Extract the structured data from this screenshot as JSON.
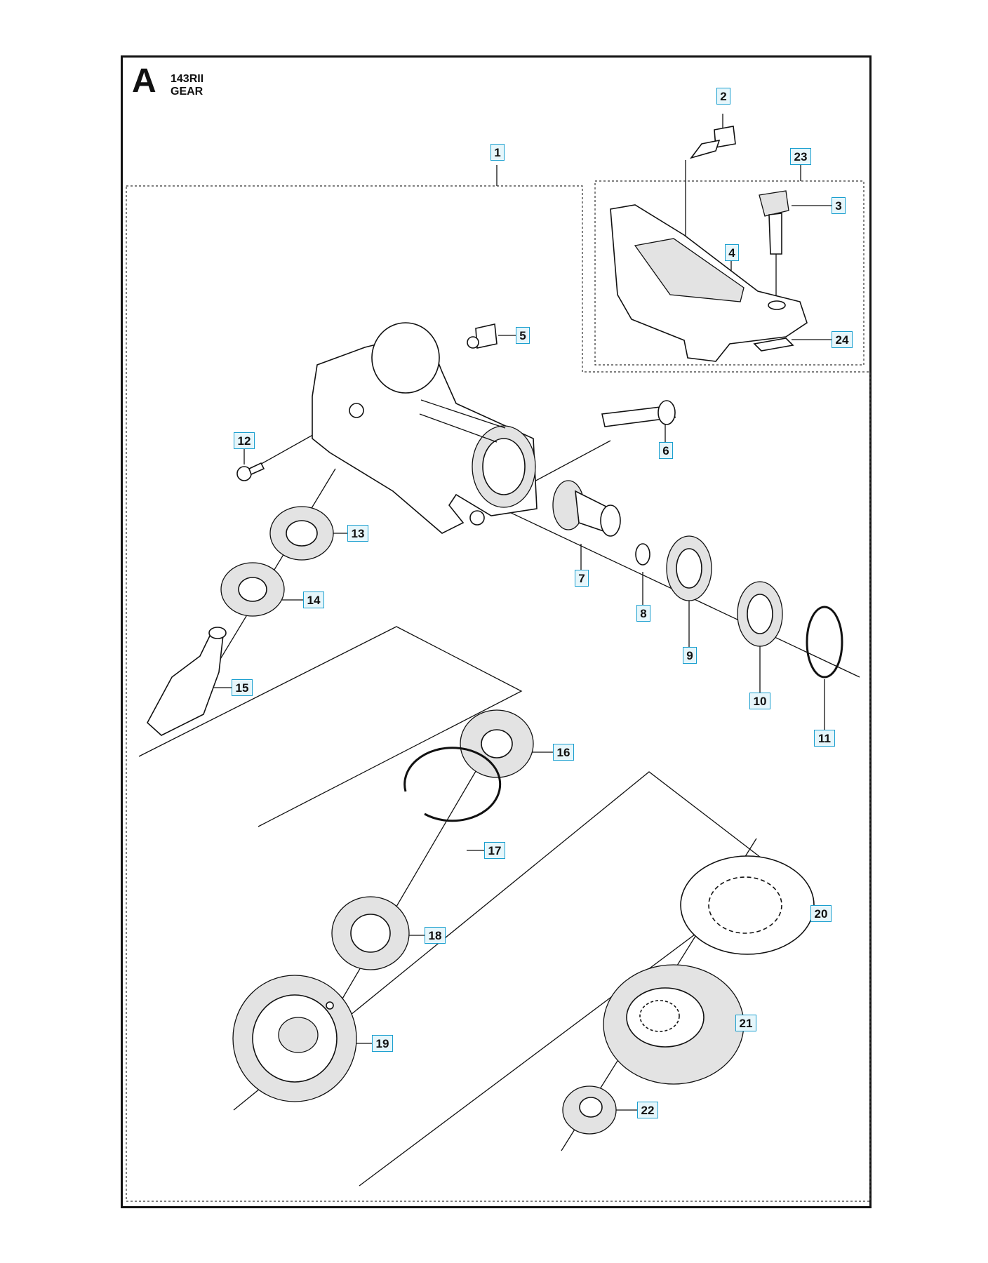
{
  "header": {
    "section_letter": "A",
    "model": "143RII",
    "title": "GEAR"
  },
  "callouts": [
    {
      "id": "c1",
      "label": "1"
    },
    {
      "id": "c2",
      "label": "2"
    },
    {
      "id": "c3",
      "label": "3"
    },
    {
      "id": "c4",
      "label": "4"
    },
    {
      "id": "c5",
      "label": "5"
    },
    {
      "id": "c6",
      "label": "6"
    },
    {
      "id": "c7",
      "label": "7"
    },
    {
      "id": "c8",
      "label": "8"
    },
    {
      "id": "c9",
      "label": "9"
    },
    {
      "id": "c10",
      "label": "10"
    },
    {
      "id": "c11",
      "label": "11"
    },
    {
      "id": "c12",
      "label": "12"
    },
    {
      "id": "c13",
      "label": "13"
    },
    {
      "id": "c14",
      "label": "14"
    },
    {
      "id": "c15",
      "label": "15"
    },
    {
      "id": "c16",
      "label": "16"
    },
    {
      "id": "c17",
      "label": "17"
    },
    {
      "id": "c18",
      "label": "18"
    },
    {
      "id": "c19",
      "label": "19"
    },
    {
      "id": "c20",
      "label": "20"
    },
    {
      "id": "c21",
      "label": "21"
    },
    {
      "id": "c22",
      "label": "22"
    },
    {
      "id": "c23",
      "label": "23"
    },
    {
      "id": "c24",
      "label": "24"
    }
  ],
  "colors": {
    "callout_border": "#1a9fcf",
    "callout_fill": "#e6f6fb",
    "line": "#111111"
  }
}
